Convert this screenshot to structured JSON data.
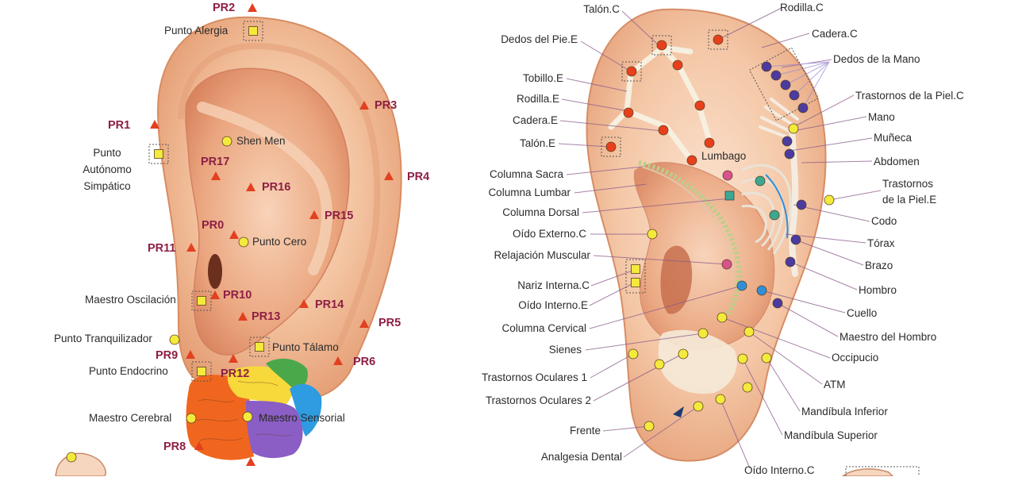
{
  "colors": {
    "pr_marker": "#e2401f",
    "pr_label": "#8e1f44",
    "leader_line": "#8a5a8a",
    "yellow_point": "#f4ea3c",
    "red_point": "#e8401c",
    "purple_point": "#4b3aa0",
    "teal_point": "#3aa892",
    "pink_point": "#d9528c",
    "blue_point": "#2f8fd8",
    "brain_orange": "#f0661e",
    "brain_yellow": "#f7d93b",
    "brain_green": "#4aa84a",
    "brain_blue": "#2f9be0",
    "brain_purple": "#8a5ec4"
  },
  "left_ear": {
    "pr_markers": [
      {
        "id": "pr2",
        "label": "PR2"
      },
      {
        "id": "pr1",
        "label": "PR1"
      },
      {
        "id": "pr3",
        "label": "PR3"
      },
      {
        "id": "pr17",
        "label": "PR17"
      },
      {
        "id": "pr16",
        "label": "PR16"
      },
      {
        "id": "pr4",
        "label": "PR4"
      },
      {
        "id": "pr15",
        "label": "PR15"
      },
      {
        "id": "pr0",
        "label": "PR0"
      },
      {
        "id": "pr11",
        "label": "PR11"
      },
      {
        "id": "pr10",
        "label": "PR10"
      },
      {
        "id": "pr14",
        "label": "PR14"
      },
      {
        "id": "pr13",
        "label": "PR13"
      },
      {
        "id": "pr5",
        "label": "PR5"
      },
      {
        "id": "pr9",
        "label": "PR9"
      },
      {
        "id": "pr6",
        "label": "PR6"
      },
      {
        "id": "pr12",
        "label": "PR12"
      },
      {
        "id": "pr8",
        "label": "PR8"
      }
    ],
    "points": {
      "punto_alergia": "Punto Alergia",
      "punto_autonomo": "Punto Autónomo Simpático",
      "shen_men": "Shen Men",
      "punto_cero": "Punto Cero",
      "maestro_oscilacion": "Maestro Oscilación",
      "punto_tranquilizador": "Punto Tranquilizador",
      "punto_talamo": "Punto Tálamo",
      "punto_endocrino": "Punto Endocrino",
      "maestro_cerebral": "Maestro Cerebral",
      "maestro_sensorial": "Maestro Sensorial"
    }
  },
  "right_ear": {
    "labels_left": {
      "talon_c": "Talón.C",
      "dedos_pie_e": "Dedos del Pie.E",
      "tobillo_e": "Tobillo.E",
      "rodilla_e": "Rodilla.E",
      "cadera_e": "Cadera.E",
      "talon_e": "Talón.E",
      "columna_sacra": "Columna Sacra",
      "columna_lumbar": "Columna Lumbar",
      "columna_dorsal": "Columna Dorsal",
      "oido_externo_c": "Oído Externo.C",
      "relajacion_muscular": "Relajación Muscular",
      "nariz_interna_c": "Nariz Interna.C",
      "oido_interno_e": "Oído Interno.E",
      "columna_cervical": "Columna Cervical",
      "sienes": "Sienes",
      "trastornos_oculares_1": "Trastornos Oculares 1",
      "trastornos_oculares_2": "Trastornos Oculares 2",
      "frente": "Frente",
      "analgesia_dental": "Analgesia Dental"
    },
    "labels_right": {
      "rodilla_c": "Rodilla.C",
      "cadera_c": "Cadera.C",
      "dedos_mano": "Dedos de la Mano",
      "trastornos_piel_c": "Trastornos de la Piel.C",
      "mano": "Mano",
      "muneca": "Muñeca",
      "abdomen": "Abdomen",
      "trastornos_piel_e_1": "Trastornos",
      "trastornos_piel_e_2": "de la Piel.E",
      "codo": "Codo",
      "torax": "Tórax",
      "brazo": "Brazo",
      "hombro": "Hombro",
      "cuello": "Cuello",
      "maestro_hombro": "Maestro del Hombro",
      "occipucio": "Occipucio",
      "atm": "ATM",
      "mandibula_inferior": "Mandíbula Inferior",
      "mandibula_superior": "Mandíbula Superior",
      "oido_interno_c": "Oído Interno.C"
    },
    "center": {
      "lumbago": "Lumbago"
    }
  }
}
